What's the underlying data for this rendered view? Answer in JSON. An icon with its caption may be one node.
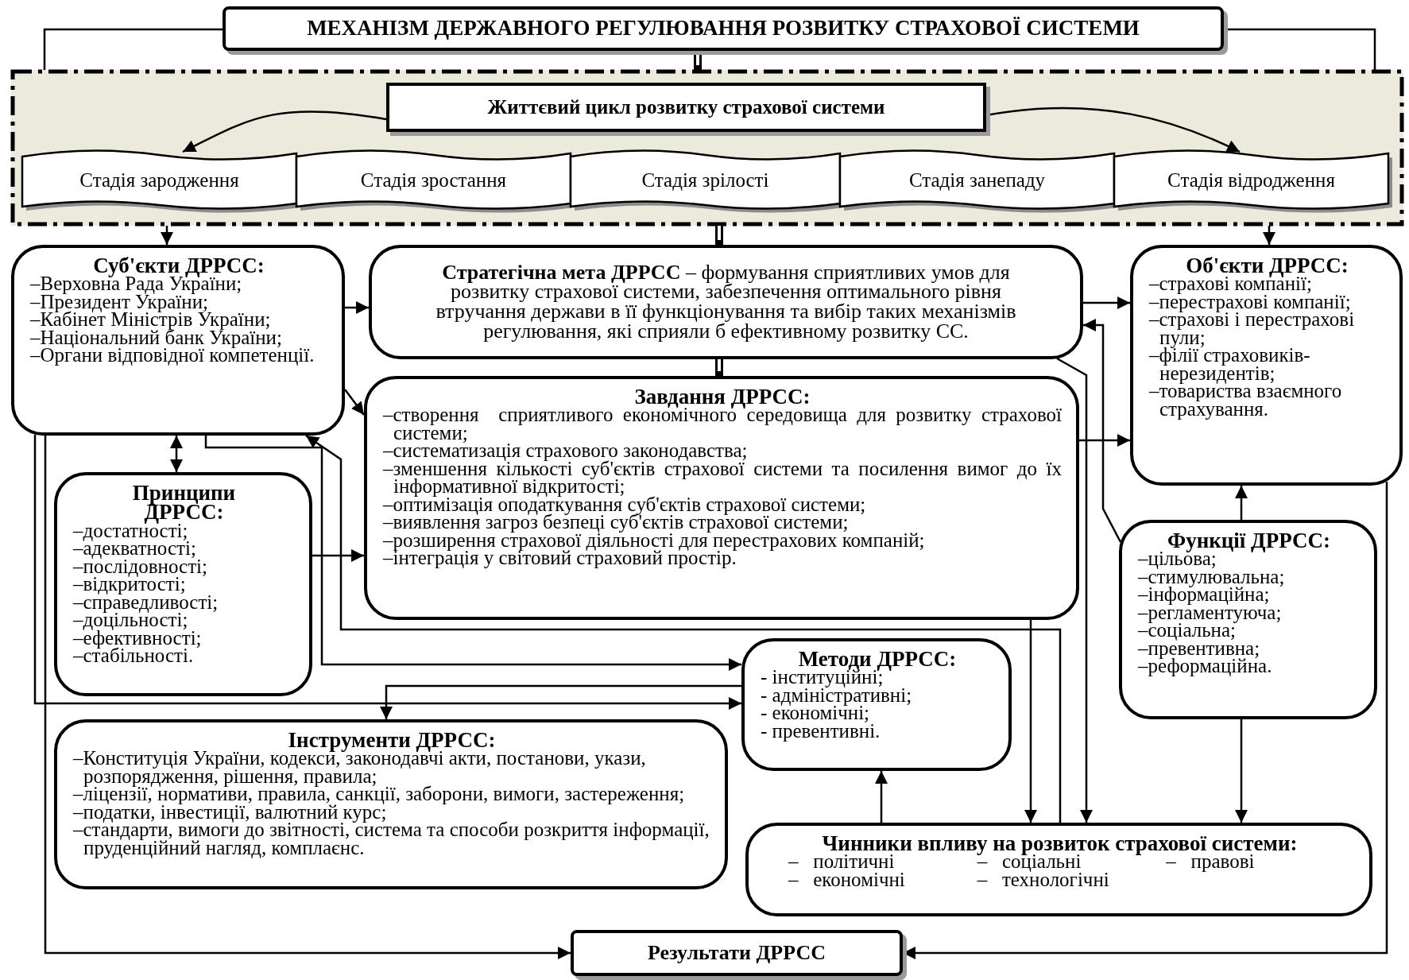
{
  "diagram": {
    "nodes": [
      {
        "text": [
          "МЕХАНІЗМ ДЕРЖАВНОГО РЕГУЛЮВАННЯ РОЗВИТКУ СТРАХОВОЇ СИСТЕМИ"
        ]
      },
      {
        "text": [],
        "shape": "box"
      },
      {
        "text": [
          "Життєвий цикл розвитку страхової системи"
        ],
        "in": 1
      },
      {
        "text": [
          "Стадія зародження"
        ],
        "in": 1
      },
      {
        "text": [
          "Стадія зростання"
        ],
        "in": 1
      },
      {
        "text": [
          "Стадія зрілості"
        ],
        "in": 1
      },
      {
        "text": [
          "Стадія занепаду"
        ],
        "in": 1
      },
      {
        "text": [
          "Стадія відродження"
        ],
        "in": 1
      },
      {
        "text": [
          "Суб'єкти ДРРСС:",
          "–Верховна Рада України;",
          "–Президент України;",
          "–Кабінет Міністрів України;",
          "–Національний банк України;",
          "–Органи відповідної компетенції."
        ]
      },
      {
        "text": [
          "**Стратегічна мета ДРРСС** – формування сприятливих умов для розвитку страхової системи, забезпечення оптимального рівня втручання держави в її функціонування та вибір таких механізмів регулювання, які сприяли б ефективному розвитку СС."
        ]
      },
      {
        "text": [
          "Завдання ДРРСС:",
          "–створення  сприятливого економічного середовища для розвитку страхової системи;",
          "–систематизація страхового законодавства;",
          "–зменшення кількості суб'єктів страхової системи та посилення вимог до їх інформативної відкритості;",
          "–оптимізація оподаткування суб'єктів страхової системи;",
          "–виявлення загроз безпеці суб'єктів страхової системи;",
          "–розширення страхової діяльності для перестрахових компаній;",
          "–інтеграція у світовий страховий простір."
        ]
      },
      {
        "text": [
          "Об'єкти ДРРСС:",
          "–страхові компанії;",
          "–перестрахові компанії;",
          "–страхові і перестрахові пули;",
          "–філії страховиків-нерезидентів;",
          "–товариства взаємного страхування."
        ]
      },
      {
        "text": [
          "Принципи ДРРСС:",
          "–достатності;",
          "–адекватності;",
          "–послідовності;",
          "–відкритості;",
          "–справедливості;",
          "–доцільності;",
          "–ефективності;",
          "–стабільності."
        ]
      },
      {
        "text": [
          "Функції ДРРСС:",
          "–цільова;",
          "–стимулювальна;",
          "–інформаційна;",
          "–регламентуюча;",
          "–соціальна;",
          "–превентивна;",
          "–реформаційна."
        ]
      },
      {
        "text": [
          "Методи ДРРСС:",
          "- інституційні;",
          "- адміністративні;",
          "- економічні;",
          "- превентивні."
        ]
      },
      {
        "text": [
          "Інструменти ДРРСС:",
          "–Конституція України, кодекси, законодавчі акти, постанови, укази, розпорядження, рішення, правила;",
          "–ліцензії, нормативи, правила, санкції, заборони, вимоги, застереження;",
          "–податки, інвестиції, валютний курс;",
          "–стандарти, вимоги до звітності, система та способи розкриття інформації, пруденційний нагляд, комплаєнс."
        ]
      },
      {
        "text": [
          "Чинники впливу на розвиток страхової системи:",
          "–   політичні",
          "–   соціальні",
          "–   правові",
          "–   економічні",
          "–   технологічні"
        ]
      },
      {
        "text": [
          "Результати ДРРСС"
        ]
      }
    ],
    "edges": [
      {
        "from": 0,
        "to": 1,
        "arrow": "to",
        "style": "thick"
      },
      {
        "from": 0,
        "to": 1,
        "arrow": "none"
      },
      {
        "from": 0,
        "to": 1,
        "arrow": "none"
      },
      {
        "from": 2,
        "to": 3,
        "arrow": "to"
      },
      {
        "from": 2,
        "to": 7,
        "arrow": "to"
      },
      {
        "from": 1,
        "to": 8,
        "arrow": "to"
      },
      {
        "from": 1,
        "to": 9,
        "arrow": "to",
        "style": "thick"
      },
      {
        "from": 1,
        "to": 11,
        "arrow": "to"
      },
      {
        "from": 8,
        "to": 9,
        "arrow": "to"
      },
      {
        "from": 8,
        "to": 10,
        "arrow": "to"
      },
      {
        "from": 8,
        "to": 12,
        "arrow": "both"
      },
      {
        "from": 9,
        "to": 10,
        "arrow": "to",
        "style": "thick"
      },
      {
        "from": 9,
        "to": 11,
        "arrow": "to"
      },
      {
        "from": 13,
        "to": 9,
        "arrow": "to"
      },
      {
        "from": 10,
        "to": 11,
        "arrow": "to"
      },
      {
        "from": 13,
        "to": 11,
        "arrow": "to"
      },
      {
        "from": 12,
        "to": 10,
        "arrow": "to"
      },
      {
        "from": 8,
        "to": 14,
        "arrow": "to"
      },
      {
        "from": 8,
        "to": 14,
        "arrow": "to"
      },
      {
        "from": 8,
        "to": 17,
        "arrow": "to"
      },
      {
        "from": 16,
        "to": 8,
        "arrow": "to"
      },
      {
        "from": 9,
        "to": 16,
        "arrow": "to"
      },
      {
        "from": 10,
        "to": 16,
        "arrow": "to"
      },
      {
        "from": 13,
        "to": 16,
        "arrow": "to"
      },
      {
        "from": 16,
        "to": 14,
        "arrow": "to"
      },
      {
        "from": 14,
        "to": 15,
        "arrow": "to"
      },
      {
        "from": 11,
        "to": 17,
        "arrow": "to"
      }
    ]
  }
}
